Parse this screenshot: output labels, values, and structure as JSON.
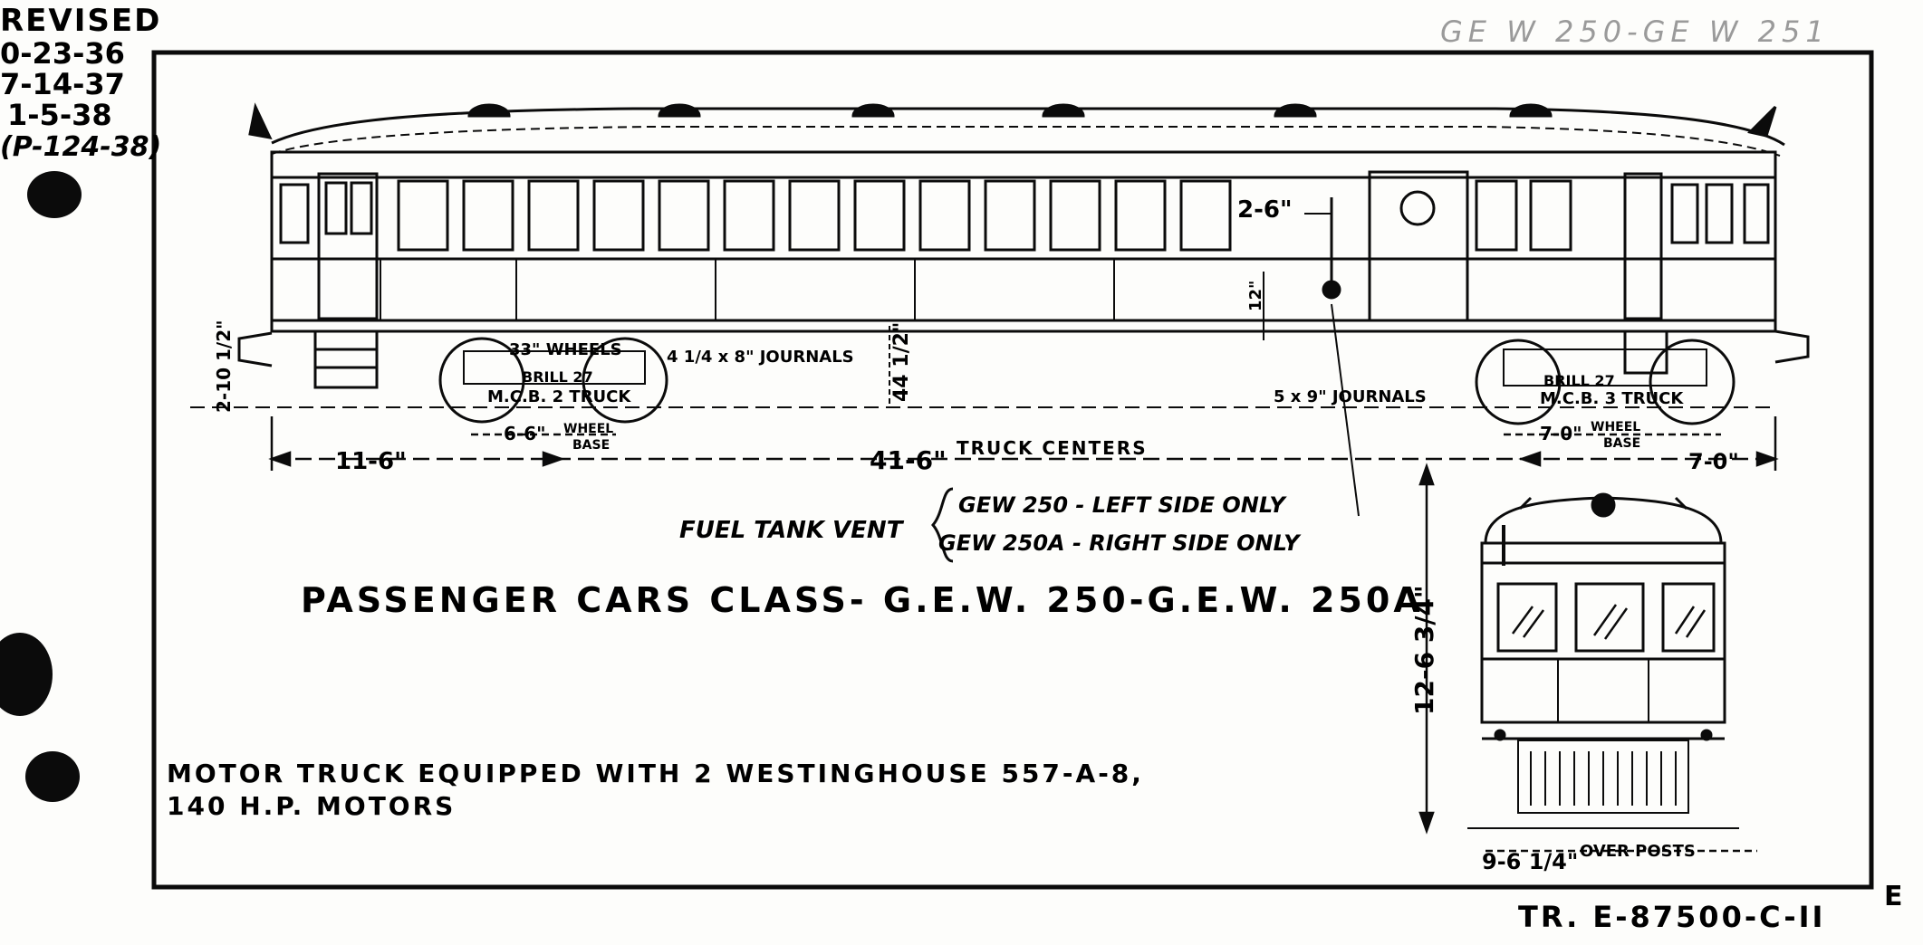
{
  "revision_block": {
    "heading": "REVISED",
    "dates": [
      "0-23-36",
      "7-14-37",
      "1-5-38",
      "(P-124-38)"
    ]
  },
  "header_stamp": "GE W 250-GE W 251",
  "title": "PASSENGER CARS CLASS- G.E.W. 250-G.E.W. 250A",
  "side_elevation": {
    "wheels_label": "33\" WHEELS",
    "truck_left": [
      "BRILL 27",
      "M.C.B. 2 TRUCK"
    ],
    "journals_left": "4 1/4 x 8\" JOURNALS",
    "journals_right": "5 x 9\" JOURNALS",
    "truck_right": [
      "BRILL 27",
      "M.C.B. 3 TRUCK"
    ],
    "wheel_base_label": [
      "WHEEL",
      "BASE"
    ],
    "dim_end_overhang": "11-6\"",
    "dim_truck_centers": "41-6\"",
    "truck_centers_label": "TRUCK CENTERS",
    "dim_wheelbase_left": "6-6\"",
    "dim_wheelbase_right": "7-0\"",
    "dim_right_end": "7-0\"",
    "dim_coupler_height": "2-10 1/2\"",
    "dim_floor_height": "44 1/2\"",
    "dim_door_width": "2-6\"",
    "dim_small": "12\""
  },
  "fuel_tank_vent": {
    "label": "FUEL TANK VENT",
    "lines": [
      "GEW 250 - LEFT SIDE ONLY",
      "GEW 250A - RIGHT SIDE ONLY"
    ]
  },
  "end_elevation": {
    "height": "12-6 3/4\"",
    "width": "9-6 1/4\"",
    "width_label": "OVER POSTS"
  },
  "motor_note": [
    "MOTOR TRUCK EQUIPPED WITH 2 WESTINGHOUSE 557-A-8,",
    "140 H.P. MOTORS"
  ],
  "drawing_number": "TR. E-87500-C-II",
  "corner_letter": "E"
}
